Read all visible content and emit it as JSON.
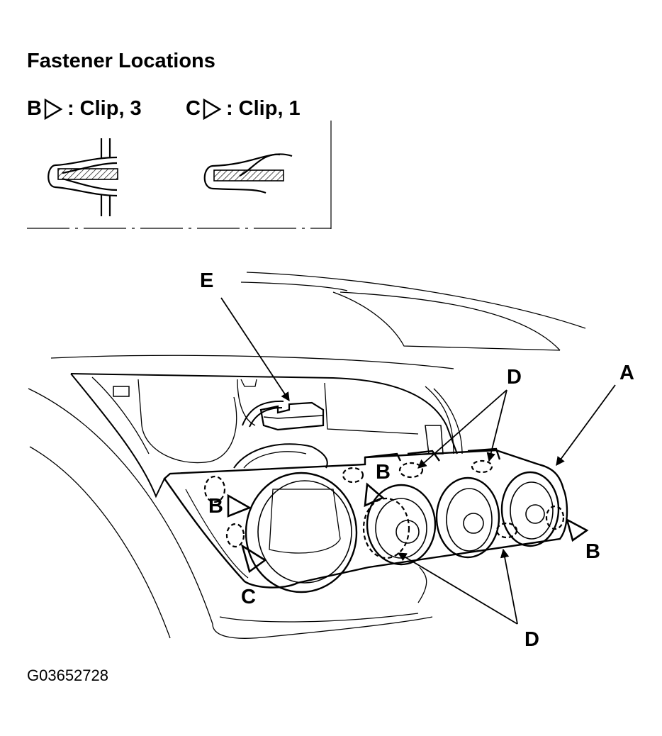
{
  "title": "Fastener Locations",
  "legend": [
    {
      "letter": "B",
      "text": ": Clip, 3"
    },
    {
      "letter": "C",
      "text": ": Clip, 1"
    }
  ],
  "callouts": {
    "a": "A",
    "b1": "B",
    "b2": "B",
    "b3": "B",
    "c": "C",
    "d1": "D",
    "d2": "D",
    "e": "E"
  },
  "figure_id": "G03652728",
  "icons": [
    "clip-b-icon",
    "clip-c-icon",
    "triangle-marker-icon"
  ],
  "colors": {
    "ink": "#000000",
    "paper": "#ffffff"
  }
}
